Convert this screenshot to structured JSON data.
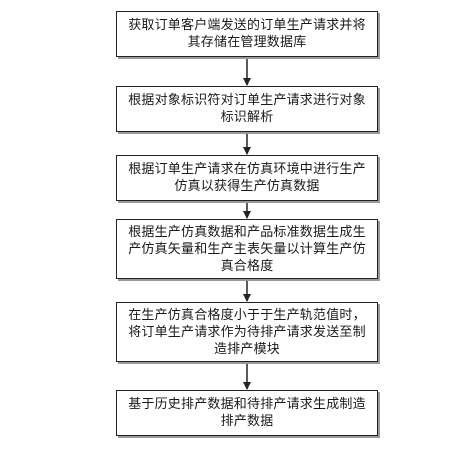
{
  "flowchart": {
    "steps": [
      {
        "text": "获取订单客户端发送的订单生产请求并将其存储在管理数据库"
      },
      {
        "text": "根据对象标识符对订单生产请求进行对象标识解析"
      },
      {
        "text": "根据订单生产请求在仿真环境中进行生产仿真以获得生产仿真数据"
      },
      {
        "text": "根据生产仿真数据和产品标准数据生成生产仿真矢量和生产主表矢量以计算生产仿真合格度"
      },
      {
        "text": "在生产仿真合格度小于于生产轨范值时，将订单生产请求作为待排产请求发送至制造排产模块"
      },
      {
        "text": "基于历史排产数据和待排产请求生成制造排产数据"
      }
    ]
  }
}
